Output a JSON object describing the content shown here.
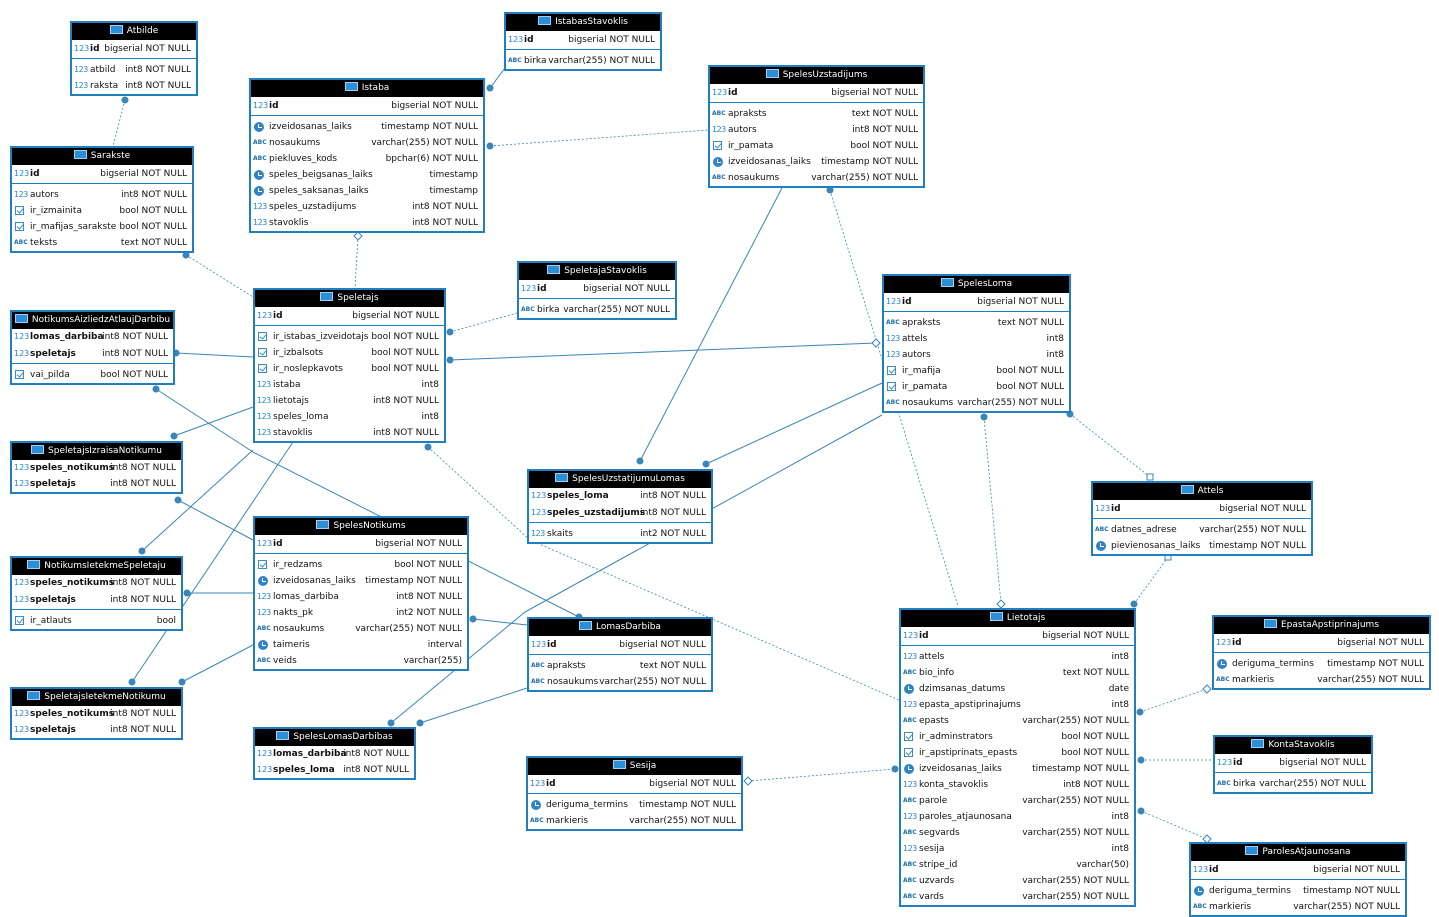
{
  "tables": [
    {
      "name": "Atbilde",
      "cols": [
        {
          "n": "id",
          "t": "bigserial NOT NULL",
          "i": "key",
          "pk": true
        },
        {
          "n": "atbild",
          "t": "int8 NOT NULL",
          "i": "num"
        },
        {
          "n": "raksta",
          "t": "int8 NOT NULL",
          "i": "num"
        }
      ]
    },
    {
      "name": "IstabasStavoklis",
      "cols": [
        {
          "n": "id",
          "t": "bigserial NOT NULL",
          "i": "key",
          "pk": true
        },
        {
          "n": "birka",
          "t": "varchar(255) NOT NULL",
          "i": "txt"
        }
      ]
    },
    {
      "name": "Istaba",
      "cols": [
        {
          "n": "id",
          "t": "bigserial NOT NULL",
          "i": "key",
          "pk": true
        },
        {
          "n": "izveidosanas_laiks",
          "t": "timestamp NOT NULL",
          "i": "clk"
        },
        {
          "n": "nosaukums",
          "t": "varchar(255) NOT NULL",
          "i": "txt"
        },
        {
          "n": "piekluves_kods",
          "t": "bpchar(6) NOT NULL",
          "i": "txt"
        },
        {
          "n": "speles_beigsanas_laiks",
          "t": "timestamp",
          "i": "clk"
        },
        {
          "n": "speles_saksanas_laiks",
          "t": "timestamp",
          "i": "clk"
        },
        {
          "n": "speles_uzstadijums",
          "t": "int8 NOT NULL",
          "i": "num"
        },
        {
          "n": "stavoklis",
          "t": "int8 NOT NULL",
          "i": "num"
        }
      ]
    },
    {
      "name": "SpelesUzstadijums",
      "cols": [
        {
          "n": "id",
          "t": "bigserial NOT NULL",
          "i": "key",
          "pk": true
        },
        {
          "n": "apraksts",
          "t": "text NOT NULL",
          "i": "txt"
        },
        {
          "n": "autors",
          "t": "int8 NOT NULL",
          "i": "num"
        },
        {
          "n": "ir_pamata",
          "t": "bool NOT NULL",
          "i": "chk"
        },
        {
          "n": "izveidosanas_laiks",
          "t": "timestamp NOT NULL",
          "i": "clk"
        },
        {
          "n": "nosaukums",
          "t": "varchar(255) NOT NULL",
          "i": "txt"
        }
      ]
    },
    {
      "name": "Sarakste",
      "cols": [
        {
          "n": "id",
          "t": "bigserial NOT NULL",
          "i": "key",
          "pk": true
        },
        {
          "n": "autors",
          "t": "int8 NOT NULL",
          "i": "num"
        },
        {
          "n": "ir_izmainita",
          "t": "bool NOT NULL",
          "i": "chk"
        },
        {
          "n": "ir_mafijas_sarakste",
          "t": "bool NOT NULL",
          "i": "chk"
        },
        {
          "n": "teksts",
          "t": "text NOT NULL",
          "i": "txt"
        }
      ]
    },
    {
      "name": "SpeletajaStavoklis",
      "cols": [
        {
          "n": "id",
          "t": "bigserial NOT NULL",
          "i": "key",
          "pk": true
        },
        {
          "n": "birka",
          "t": "varchar(255) NOT NULL",
          "i": "txt"
        }
      ]
    },
    {
      "name": "Speletajs",
      "cols": [
        {
          "n": "id",
          "t": "bigserial NOT NULL",
          "i": "key",
          "pk": true
        },
        {
          "n": "ir_istabas_izveidotajs",
          "t": "bool NOT NULL",
          "i": "chk"
        },
        {
          "n": "ir_izbalsots",
          "t": "bool NOT NULL",
          "i": "chk"
        },
        {
          "n": "ir_noslepkavots",
          "t": "bool NOT NULL",
          "i": "chk"
        },
        {
          "n": "istaba",
          "t": "int8",
          "i": "num"
        },
        {
          "n": "lietotajs",
          "t": "int8 NOT NULL",
          "i": "num"
        },
        {
          "n": "speles_loma",
          "t": "int8",
          "i": "num"
        },
        {
          "n": "stavoklis",
          "t": "int8 NOT NULL",
          "i": "num"
        }
      ]
    },
    {
      "name": "SpelesLoma",
      "cols": [
        {
          "n": "id",
          "t": "bigserial NOT NULL",
          "i": "key",
          "pk": true
        },
        {
          "n": "apraksts",
          "t": "text NOT NULL",
          "i": "txt"
        },
        {
          "n": "attels",
          "t": "int8",
          "i": "num"
        },
        {
          "n": "autors",
          "t": "int8",
          "i": "num"
        },
        {
          "n": "ir_mafija",
          "t": "bool NOT NULL",
          "i": "chk"
        },
        {
          "n": "ir_pamata",
          "t": "bool NOT NULL",
          "i": "chk"
        },
        {
          "n": "nosaukums",
          "t": "varchar(255) NOT NULL",
          "i": "txt"
        }
      ]
    },
    {
      "name": "NotikumsAizliedzAtlaujDarbibu",
      "cols": [
        {
          "n": "lomas_darbiba",
          "t": "int8 NOT NULL",
          "i": "key",
          "bold": true
        },
        {
          "n": "speletajs",
          "t": "int8 NOT NULL",
          "i": "key",
          "bold": true,
          "pk": true
        },
        {
          "n": "vai_pilda",
          "t": "bool NOT NULL",
          "i": "chk"
        }
      ]
    },
    {
      "name": "SpeletajsIzraisaNotikumu",
      "cols": [
        {
          "n": "speles_notikums",
          "t": "int8 NOT NULL",
          "i": "key",
          "bold": true
        },
        {
          "n": "speletajs",
          "t": "int8 NOT NULL",
          "i": "key",
          "bold": true
        }
      ]
    },
    {
      "name": "SpelesUzstatijumuLomas",
      "cols": [
        {
          "n": "speles_loma",
          "t": "int8 NOT NULL",
          "i": "key",
          "bold": true
        },
        {
          "n": "speles_uzstadijums",
          "t": "int8 NOT NULL",
          "i": "key",
          "bold": true,
          "pk": true
        },
        {
          "n": "skaits",
          "t": "int2 NOT NULL",
          "i": "num"
        }
      ]
    },
    {
      "name": "Attels",
      "cols": [
        {
          "n": "id",
          "t": "bigserial NOT NULL",
          "i": "key",
          "pk": true
        },
        {
          "n": "datnes_adrese",
          "t": "varchar(255) NOT NULL",
          "i": "txt"
        },
        {
          "n": "pievienosanas_laiks",
          "t": "timestamp NOT NULL",
          "i": "clk"
        }
      ]
    },
    {
      "name": "SpelesNotikums",
      "cols": [
        {
          "n": "id",
          "t": "bigserial NOT NULL",
          "i": "key",
          "pk": true
        },
        {
          "n": "ir_redzams",
          "t": "bool NOT NULL",
          "i": "chk"
        },
        {
          "n": "izveidosanas_laiks",
          "t": "timestamp NOT NULL",
          "i": "clk"
        },
        {
          "n": "lomas_darbiba",
          "t": "int8 NOT NULL",
          "i": "num"
        },
        {
          "n": "nakts_pk",
          "t": "int2 NOT NULL",
          "i": "num"
        },
        {
          "n": "nosaukums",
          "t": "varchar(255) NOT NULL",
          "i": "txt"
        },
        {
          "n": "taimeris",
          "t": "interval",
          "i": "clk"
        },
        {
          "n": "veids",
          "t": "varchar(255)",
          "i": "txt"
        }
      ]
    },
    {
      "name": "NotikumsIetekmeSpeletaju",
      "cols": [
        {
          "n": "speles_notikums",
          "t": "int8 NOT NULL",
          "i": "key",
          "bold": true
        },
        {
          "n": "speletajs",
          "t": "int8 NOT NULL",
          "i": "key",
          "bold": true,
          "pk": true
        },
        {
          "n": "ir_atlauts",
          "t": "bool",
          "i": "chk"
        }
      ]
    },
    {
      "name": "LomasDarbiba",
      "cols": [
        {
          "n": "id",
          "t": "bigserial NOT NULL",
          "i": "key",
          "pk": true
        },
        {
          "n": "apraksts",
          "t": "text NOT NULL",
          "i": "txt"
        },
        {
          "n": "nosaukums",
          "t": "varchar(255) NOT NULL",
          "i": "txt"
        }
      ]
    },
    {
      "name": "Lietotajs",
      "cols": [
        {
          "n": "id",
          "t": "bigserial NOT NULL",
          "i": "key",
          "pk": true
        },
        {
          "n": "attels",
          "t": "int8",
          "i": "num"
        },
        {
          "n": "bio_info",
          "t": "text NOT NULL",
          "i": "txt"
        },
        {
          "n": "dzimsanas_datums",
          "t": "date",
          "i": "clk"
        },
        {
          "n": "epasta_apstiprinajums",
          "t": "int8",
          "i": "num"
        },
        {
          "n": "epasts",
          "t": "varchar(255) NOT NULL",
          "i": "txt"
        },
        {
          "n": "ir_adminstrators",
          "t": "bool NOT NULL",
          "i": "chk"
        },
        {
          "n": "ir_apstiprinats_epasts",
          "t": "bool NOT NULL",
          "i": "chk"
        },
        {
          "n": "izveidosanas_laiks",
          "t": "timestamp NOT NULL",
          "i": "clk"
        },
        {
          "n": "konta_stavoklis",
          "t": "int8 NOT NULL",
          "i": "num"
        },
        {
          "n": "parole",
          "t": "varchar(255) NOT NULL",
          "i": "txt"
        },
        {
          "n": "paroles_atjaunosana",
          "t": "int8",
          "i": "num"
        },
        {
          "n": "segvards",
          "t": "varchar(255) NOT NULL",
          "i": "txt"
        },
        {
          "n": "sesija",
          "t": "int8",
          "i": "num"
        },
        {
          "n": "stripe_id",
          "t": "varchar(50)",
          "i": "txt"
        },
        {
          "n": "uzvards",
          "t": "varchar(255) NOT NULL",
          "i": "txt"
        },
        {
          "n": "vards",
          "t": "varchar(255) NOT NULL",
          "i": "txt"
        }
      ]
    },
    {
      "name": "EpastaApstiprinajums",
      "cols": [
        {
          "n": "id",
          "t": "bigserial NOT NULL",
          "i": "key",
          "pk": true
        },
        {
          "n": "deriguma_termins",
          "t": "timestamp NOT NULL",
          "i": "clk"
        },
        {
          "n": "markieris",
          "t": "varchar(255) NOT NULL",
          "i": "txt"
        }
      ]
    },
    {
      "name": "SpeletajsIetekmeNotikumu",
      "cols": [
        {
          "n": "speles_notikums",
          "t": "int8 NOT NULL",
          "i": "key",
          "bold": true
        },
        {
          "n": "speletajs",
          "t": "int8 NOT NULL",
          "i": "key",
          "bold": true
        }
      ]
    },
    {
      "name": "SpelesLomasDarbibas",
      "cols": [
        {
          "n": "lomas_darbiba",
          "t": "int8 NOT NULL",
          "i": "key",
          "bold": true
        },
        {
          "n": "speles_loma",
          "t": "int8 NOT NULL",
          "i": "key",
          "bold": true
        }
      ]
    },
    {
      "name": "Sesija",
      "cols": [
        {
          "n": "id",
          "t": "bigserial NOT NULL",
          "i": "key",
          "pk": true
        },
        {
          "n": "deriguma_termins",
          "t": "timestamp NOT NULL",
          "i": "clk"
        },
        {
          "n": "markieris",
          "t": "varchar(255) NOT NULL",
          "i": "txt"
        }
      ]
    },
    {
      "name": "KontaStavoklis",
      "cols": [
        {
          "n": "id",
          "t": "bigserial NOT NULL",
          "i": "key",
          "pk": true
        },
        {
          "n": "birka",
          "t": "varchar(255) NOT NULL",
          "i": "txt"
        }
      ]
    },
    {
      "name": "ParolesAtjaunosana",
      "cols": [
        {
          "n": "id",
          "t": "bigserial NOT NULL",
          "i": "key",
          "pk": true
        },
        {
          "n": "deriguma_termins",
          "t": "timestamp NOT NULL",
          "i": "clk"
        },
        {
          "n": "markieris",
          "t": "varchar(255) NOT NULL",
          "i": "txt"
        }
      ]
    }
  ],
  "icons": {
    "key": "123",
    "num": "123",
    "txt": "ABC",
    "chk": "",
    "clk": ""
  },
  "colors": {
    "border": "#1f7fc0",
    "header": "#000000",
    "edge": "#3a86b8"
  }
}
